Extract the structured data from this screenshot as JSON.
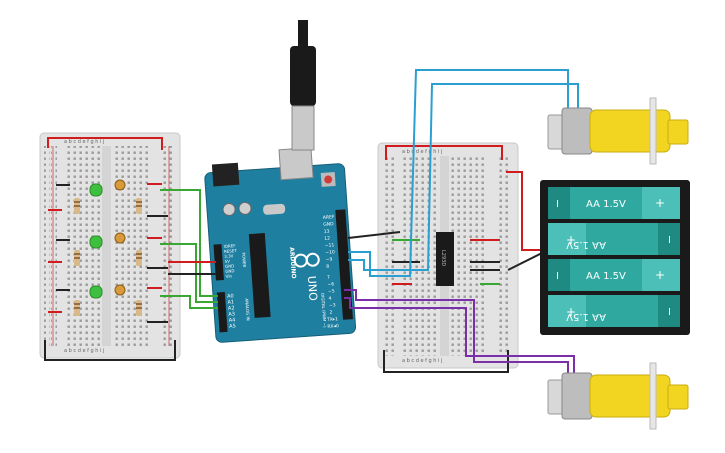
{
  "arduino": {
    "brand": "ARDUINO",
    "model": "UNO",
    "pins_top": [
      "AREF",
      "GND",
      "13",
      "12",
      "~11",
      "~10",
      "~9",
      "8"
    ],
    "pins_bottom": [
      "7",
      "~6",
      "~5",
      "4",
      "~3",
      "2",
      "TX▸1",
      "RX◂0"
    ],
    "digital_label": "DIGITAL (PWM ~)",
    "power_label": "POWER",
    "power_pins": [
      "IOREF",
      "RESET",
      "3.3V",
      "5V",
      "GND",
      "GND",
      "Vin"
    ],
    "analog_label": "ANALOG IN",
    "analog_pins": [
      "A0",
      "A1",
      "A2",
      "A3",
      "A4",
      "A5"
    ]
  },
  "ic": {
    "label": "L293D"
  },
  "battery": {
    "cells": [
      {
        "label": "AA 1.5V",
        "neg": "I",
        "pos": "+"
      },
      {
        "label": "AA 1.5V",
        "neg": "I",
        "pos": "+"
      },
      {
        "label": "AA 1.5V",
        "neg": "I",
        "pos": "+"
      },
      {
        "label": "AA 1.5V",
        "neg": "I",
        "pos": "+"
      }
    ]
  },
  "breadboard_left": {
    "col_labels_top": "a b c d e   f g h i j",
    "col_labels_bottom": "a b c d e   f g h i j"
  },
  "breadboard_right": {
    "col_labels_top": "a b c d e   f g h i j",
    "col_labels_bottom": "a b c d e   f g h i j"
  },
  "colors": {
    "board": "#1f7fa0",
    "breadboard": "#e3e3e3",
    "led": "#3fbf3f",
    "battery_cell": "#2fa8a0",
    "motor": "#f2d520",
    "wire_red": "#d01c1c",
    "wire_green": "#39a832",
    "wire_blue": "#2a9fd0",
    "wire_purple": "#7a2ea8",
    "wire_black": "#222222"
  }
}
